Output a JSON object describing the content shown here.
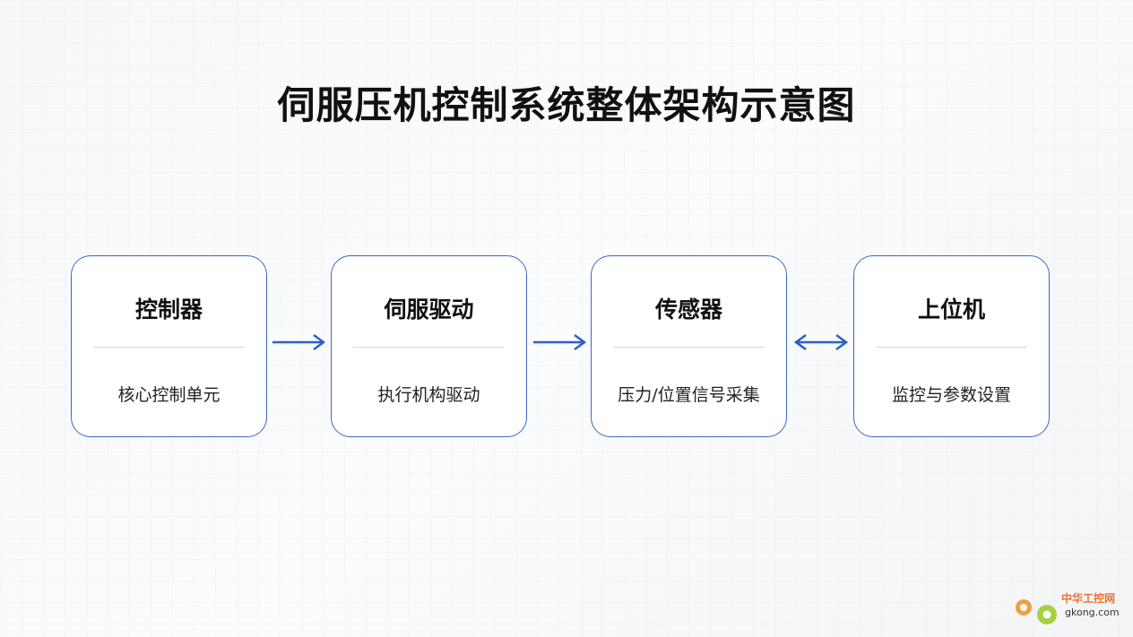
{
  "title": "伺服压机控制系统整体架构示意图",
  "nodes": [
    {
      "title": "控制器",
      "subtitle": "核心控制单元"
    },
    {
      "title": "伺服驱动",
      "subtitle": "执行机构驱动"
    },
    {
      "title": "传感器",
      "subtitle": "压力/位置信号采集"
    },
    {
      "title": "上位机",
      "subtitle": "监控与参数设置"
    }
  ],
  "connectors": [
    "unidirectional",
    "unidirectional",
    "bidirectional"
  ],
  "colors": {
    "accent": "#2f5fc4",
    "border": "#3a67c6"
  },
  "watermark": {
    "cn": "中华工控网",
    "en": "gkong.com"
  }
}
